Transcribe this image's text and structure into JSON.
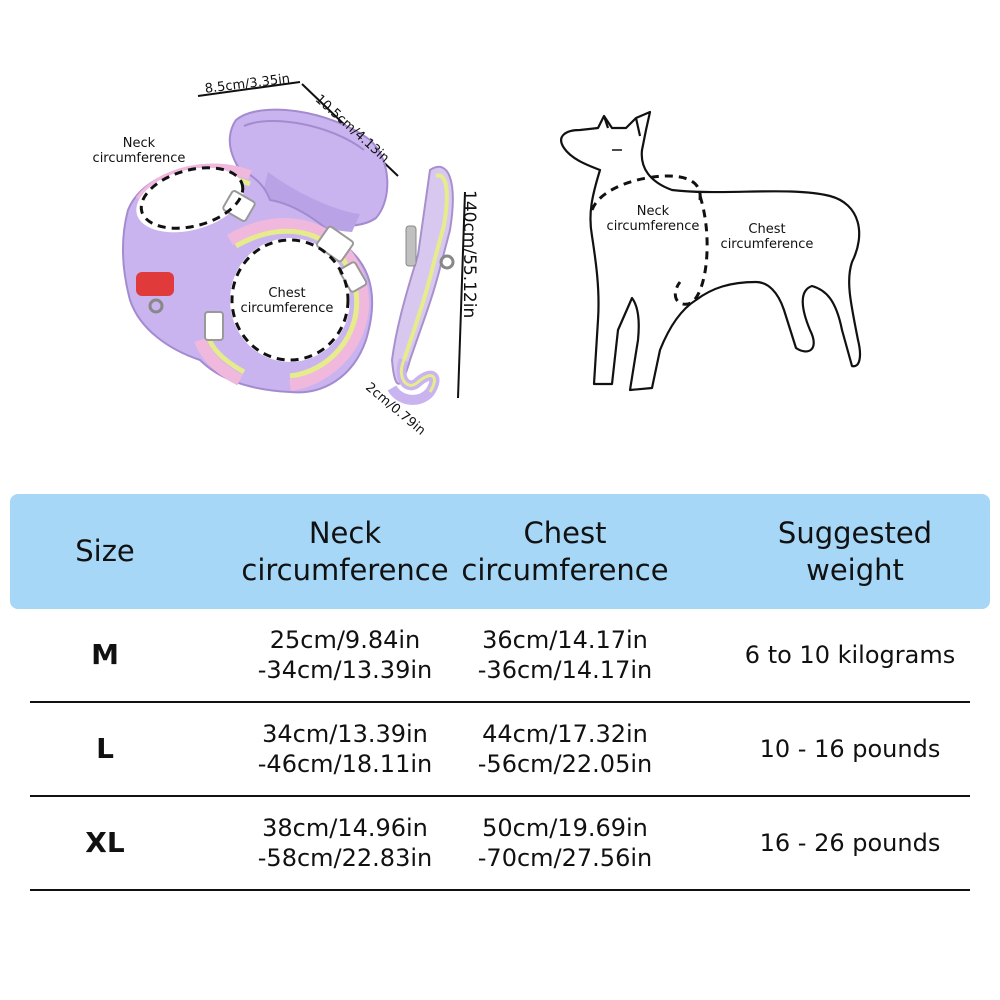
{
  "diagram": {
    "harness_width": "8.5cm/3.35in",
    "pouch_height": "10.5cm/4.13in",
    "leash_length": "140cm/55.12in",
    "leash_width": "2cm/0.79in",
    "harness_neck": [
      "Neck",
      "circumference"
    ],
    "harness_chest": [
      "Chest",
      "circumference"
    ],
    "dog_neck": [
      "Neck",
      "circumference"
    ],
    "dog_chest": [
      "Chest",
      "circumference"
    ]
  },
  "colors": {
    "header_bg": "#a6d7f6",
    "harness": "#c9b4ef",
    "stripe_yellow": "#e6ec8c",
    "stripe_pink": "#efb8dc",
    "tag": "#e03a3a"
  },
  "table": {
    "headers": {
      "size": "Size",
      "neck": [
        "Neck",
        "circumference"
      ],
      "chest": [
        "Chest",
        "circumference"
      ],
      "weight": [
        "Suggested",
        "weight"
      ]
    },
    "rows": [
      {
        "size": "M",
        "neck": [
          "25cm/9.84in",
          "-34cm/13.39in"
        ],
        "chest": [
          "36cm/14.17in",
          "-36cm/14.17in"
        ],
        "weight": "6 to 10 kilograms"
      },
      {
        "size": "L",
        "neck": [
          "34cm/13.39in",
          "-46cm/18.11in"
        ],
        "chest": [
          "44cm/17.32in",
          "-56cm/22.05in"
        ],
        "weight": "10 - 16 pounds"
      },
      {
        "size": "XL",
        "neck": [
          "38cm/14.96in",
          "-58cm/22.83in"
        ],
        "chest": [
          "50cm/19.69in",
          "-70cm/27.56in"
        ],
        "weight": "16 - 26 pounds"
      }
    ]
  }
}
